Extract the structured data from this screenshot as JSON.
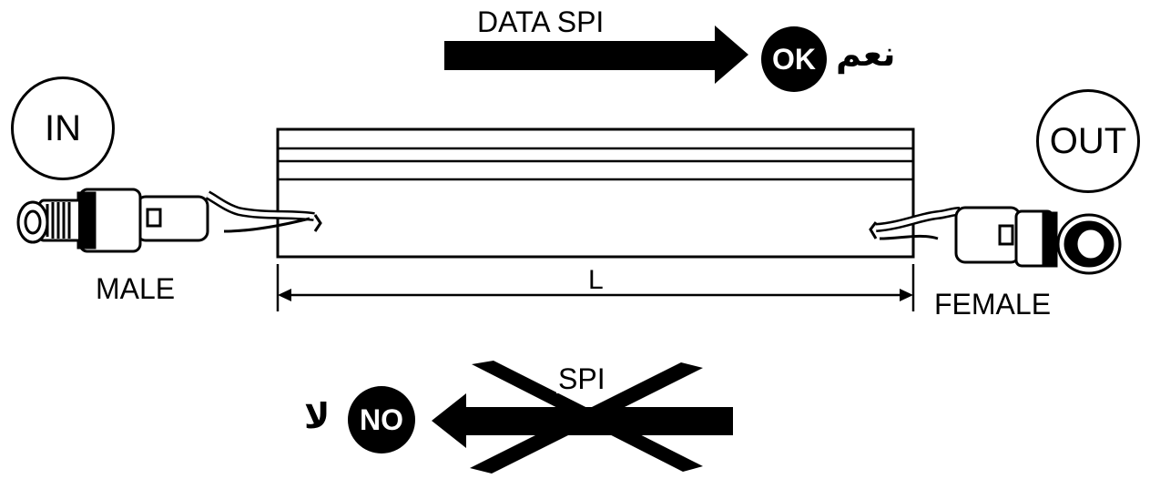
{
  "labels": {
    "data_spi": "DATA SPI",
    "ok_badge": "OK",
    "ok_arabic": "نعم",
    "in": "IN",
    "out": "OUT",
    "male": "MALE",
    "female": "FEMALE",
    "length": "L",
    "spi": "SPI",
    "no_badge": "NO",
    "no_arabic": "لا"
  },
  "colors": {
    "ink": "#000000",
    "background": "#ffffff"
  }
}
